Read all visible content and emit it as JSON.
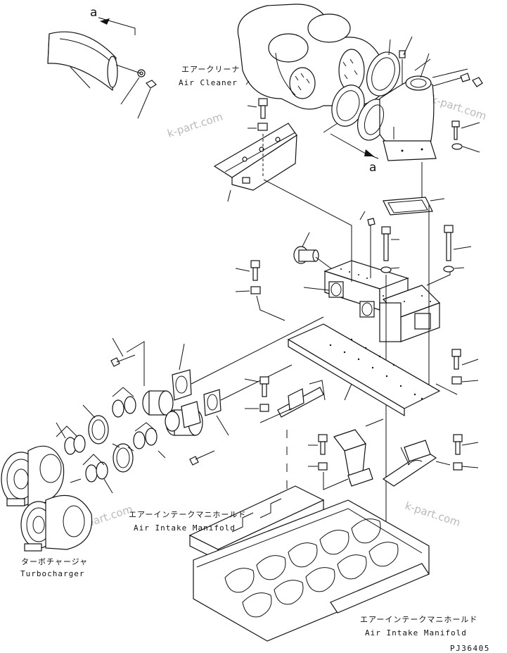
{
  "labels": {
    "air_cleaner_jp": "エアークリーナ",
    "air_cleaner_en": "Air Cleaner",
    "manifold_upper_jp": "エアーインテークマニホールド",
    "manifold_upper_en": "Air Intake Manifold",
    "turbocharger_jp": "ターボチャージャ",
    "turbocharger_en": "Turbocharger",
    "manifold_lower_jp": "エアーインテークマニホールド",
    "manifold_lower_en": "Air Intake Manifold"
  },
  "view_marker": "a",
  "watermark": "k-part.com",
  "drawing_code": "PJ36405"
}
